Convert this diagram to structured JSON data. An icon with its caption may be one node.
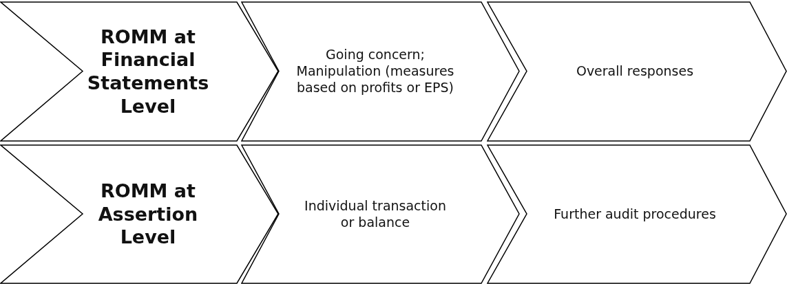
{
  "diagram": {
    "nodes": [
      {
        "text": [
          "ROMM at Financial Statements Level"
        ]
      },
      {
        "text": [
          "Going concern; Manipulation (measures based on profits or EPS)"
        ]
      },
      {
        "text": [
          "Overall responses"
        ]
      },
      {
        "text": [
          "ROMM at Assertion Level"
        ]
      },
      {
        "text": [
          "Individual transaction or balance"
        ]
      },
      {
        "text": [
          "Further audit procedures"
        ]
      }
    ]
  }
}
